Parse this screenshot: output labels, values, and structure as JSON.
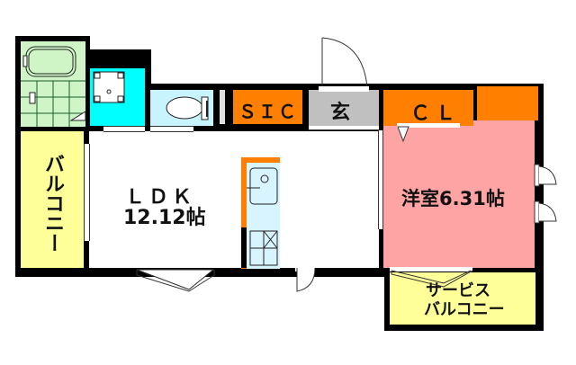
{
  "colors": {
    "wall": "#000000",
    "bath": "#cff5c6",
    "washroom": "#00ffff",
    "toilet": "#c8f4ff",
    "storage": "#ff8000",
    "entrance": "#c0c0c0",
    "balcony": "#ffff99",
    "western_room": "#ffa4a4",
    "ldk": "#ffffff",
    "kitchen": "#d8f4ff"
  },
  "rooms": {
    "ldk": {
      "name": "ＬＤＫ",
      "area": "12.12帖"
    },
    "western_room": {
      "name": "洋室6.31帖"
    },
    "sic": {
      "name": "ＳＩＣ"
    },
    "entrance": {
      "name": "玄"
    },
    "closet": {
      "name": "ＣＬ"
    },
    "balcony": {
      "name": "バルコニー"
    },
    "service_balcony": {
      "line1": "サービス",
      "line2": "バルコニー"
    }
  }
}
